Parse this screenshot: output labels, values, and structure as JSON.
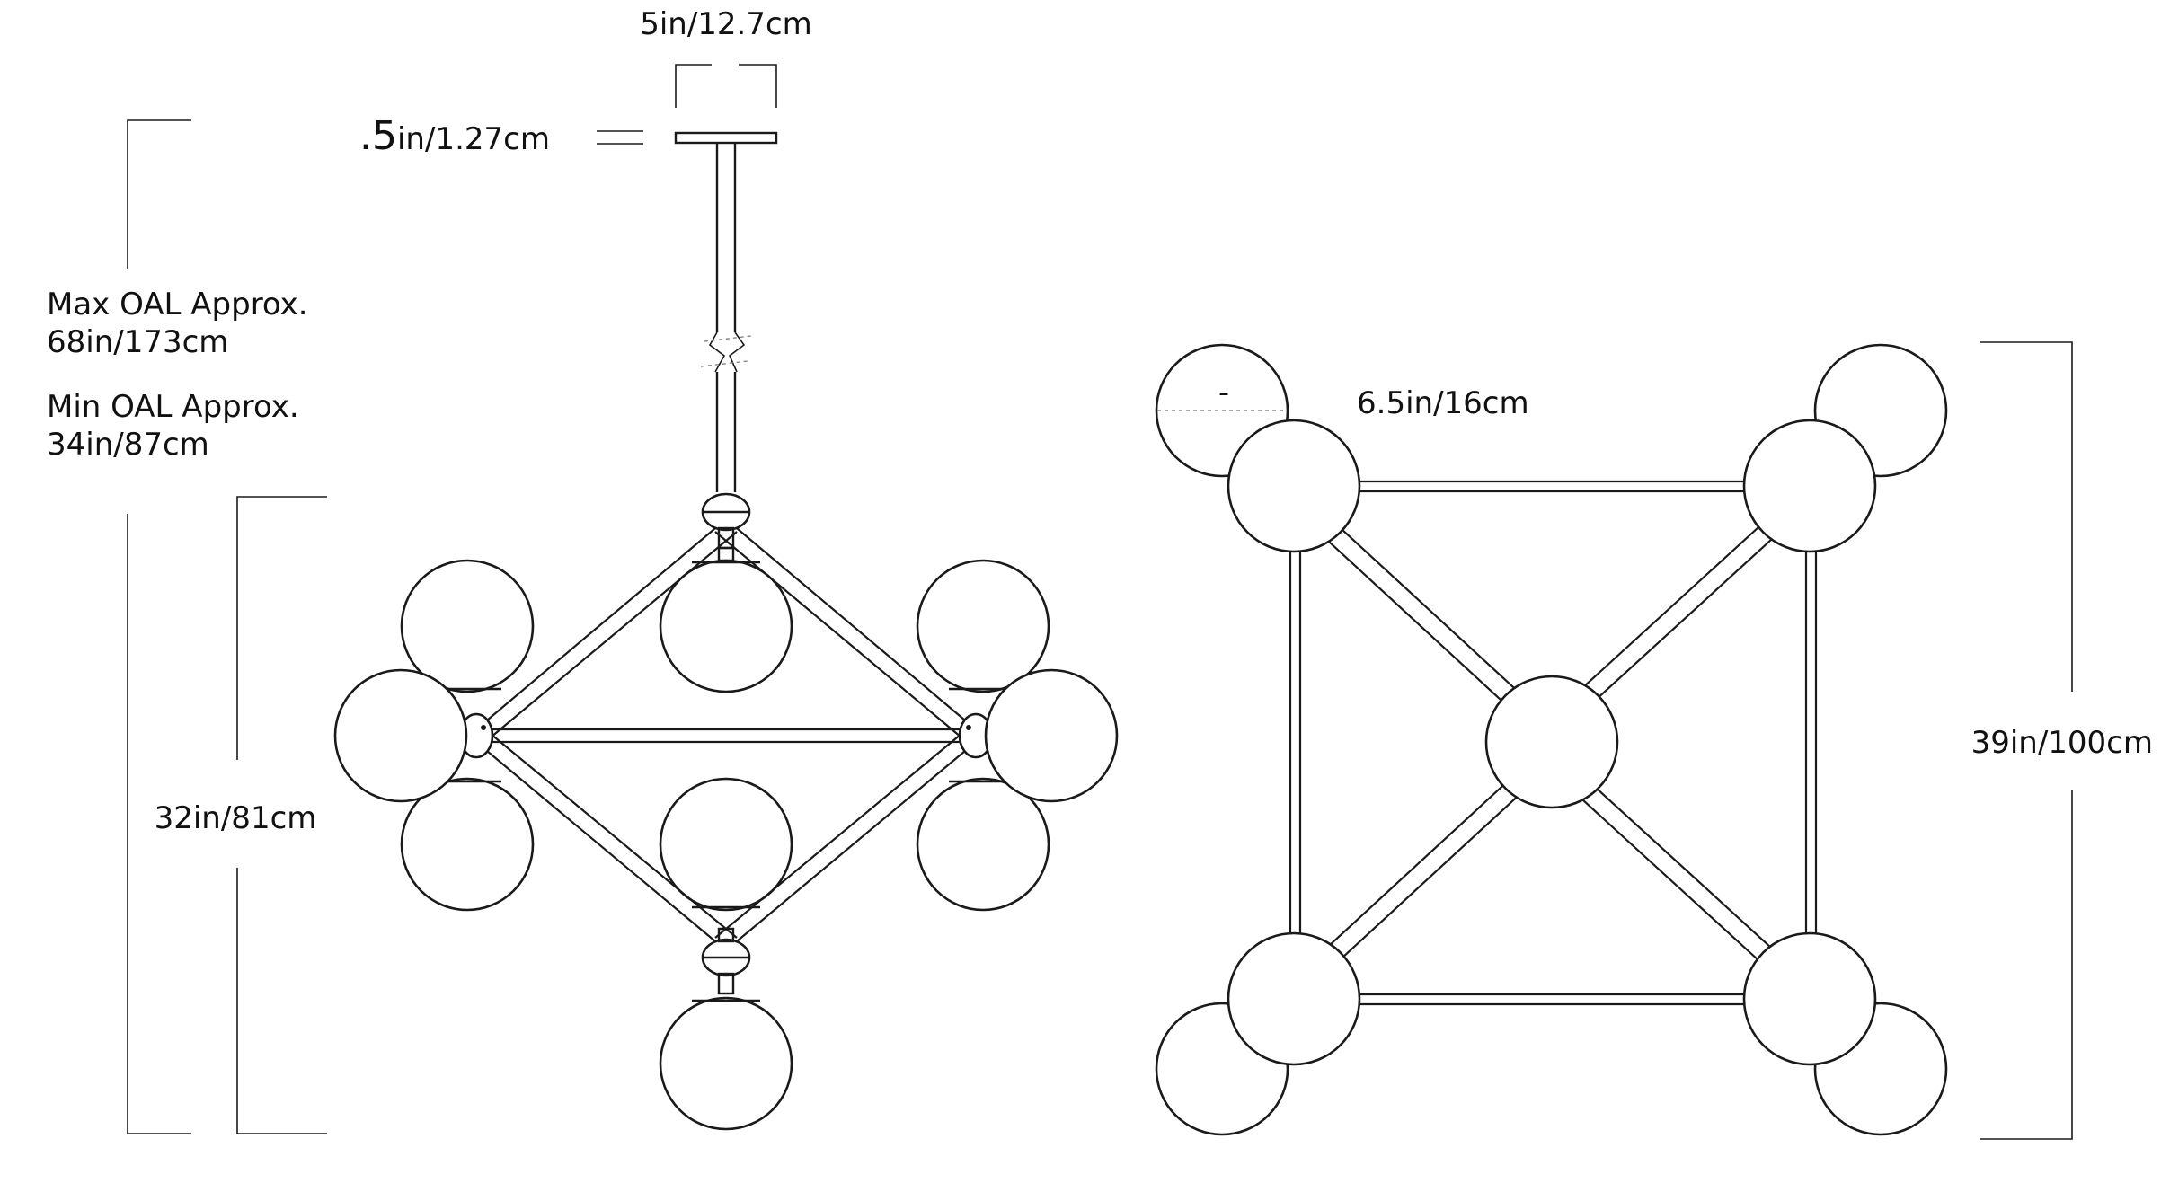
{
  "dimensions": {
    "canopy_width": "5in/12.7cm",
    "canopy_height_num": ".5",
    "canopy_height_unit": "in/1.27cm",
    "max_oal_label": "Max OAL Approx.",
    "max_oal_value": "68in/173cm",
    "min_oal_label": "Min OAL Approx.",
    "min_oal_value": "34in/87cm",
    "body_height": "32in/81cm",
    "globe_diameter": "6.5in/16cm",
    "top_view_width": "39in/100cm",
    "globe_mark": "-"
  }
}
